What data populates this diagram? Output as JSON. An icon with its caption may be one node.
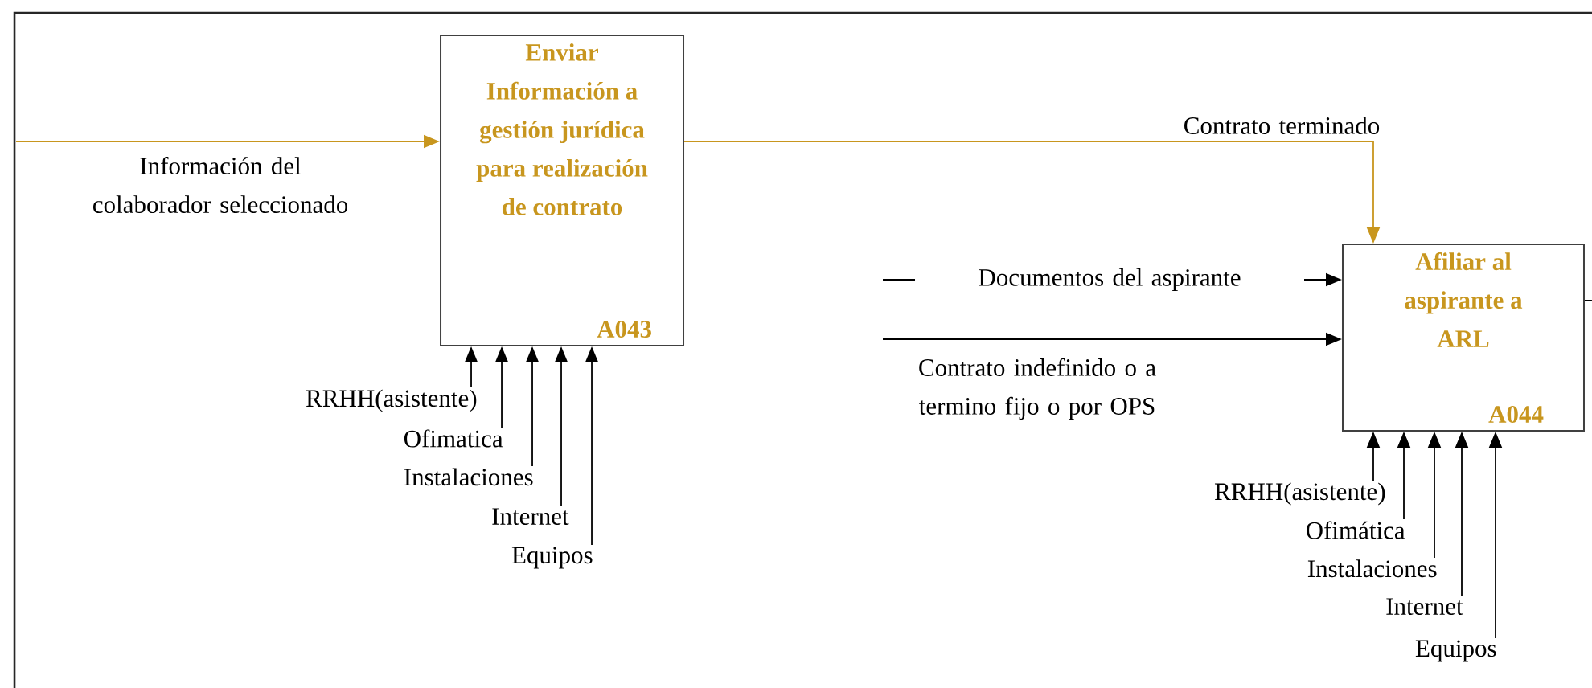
{
  "diagram": {
    "nodes": [
      {
        "text": [
          "Enviar Información a gestión jurídica para realización de contrato",
          "A043"
        ]
      },
      {
        "text": [
          "RRHH(asistente)"
        ]
      },
      {
        "text": [
          "Ofimatica"
        ]
      },
      {
        "text": [
          "Instalaciones"
        ]
      },
      {
        "text": [
          "Internet"
        ]
      },
      {
        "text": [
          "Equipos"
        ]
      },
      {
        "text": [
          "Afiliar al aspirante a ARL",
          "A044"
        ]
      },
      {
        "text": [
          "RRHH(asistente)"
        ]
      },
      {
        "text": [
          "Ofimática"
        ]
      },
      {
        "text": [
          "Instalaciones"
        ]
      },
      {
        "text": [
          "Internet"
        ]
      },
      {
        "text": [
          "Equipos"
        ]
      }
    ],
    "edges": [
      {
        "from": null,
        "to": 0,
        "arrow": "to",
        "label": "Información del colaborador seleccionado",
        "color": "#c8961e"
      },
      {
        "from": 0,
        "to": 6,
        "arrow": "to",
        "label": "Contrato terminado",
        "color": "#c8961e"
      },
      {
        "from": null,
        "to": 6,
        "arrow": "to",
        "label": "Documentos del aspirante"
      },
      {
        "from": null,
        "to": 6,
        "arrow": "to",
        "label": "Contrato indefinido o a termino fijo o por OPS"
      },
      {
        "from": 6,
        "to": null,
        "arrow": "none"
      },
      {
        "from": 1,
        "to": 0,
        "arrow": "to"
      },
      {
        "from": 2,
        "to": 0,
        "arrow": "to"
      },
      {
        "from": 3,
        "to": 0,
        "arrow": "to"
      },
      {
        "from": 4,
        "to": 0,
        "arrow": "to"
      },
      {
        "from": 5,
        "to": 0,
        "arrow": "to"
      },
      {
        "from": 7,
        "to": 6,
        "arrow": "to"
      },
      {
        "from": 8,
        "to": 6,
        "arrow": "to"
      },
      {
        "from": 9,
        "to": 6,
        "arrow": "to"
      },
      {
        "from": 10,
        "to": 6,
        "arrow": "to"
      },
      {
        "from": 11,
        "to": 6,
        "arrow": "to"
      }
    ]
  }
}
